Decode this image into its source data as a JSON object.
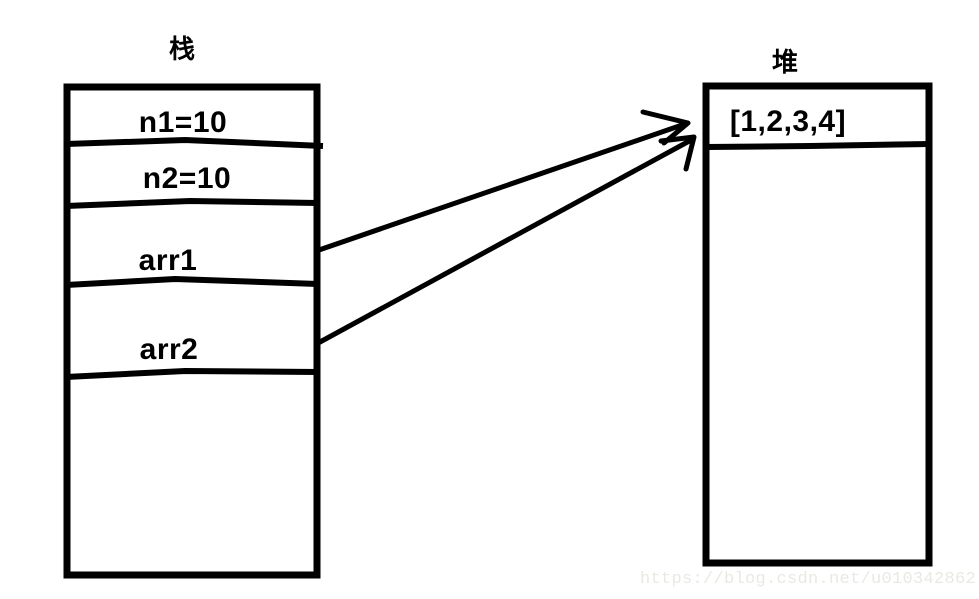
{
  "diagram": {
    "stack": {
      "title": "栈",
      "cells": [
        {
          "label": "n1=10"
        },
        {
          "label": "n2=10"
        },
        {
          "label": "arr1"
        },
        {
          "label": "arr2"
        },
        {
          "label": ""
        }
      ]
    },
    "heap": {
      "title": "堆",
      "cells": [
        {
          "label": "[1,2,3,4]"
        }
      ]
    },
    "arrows": [
      {
        "from": "arr1",
        "to": "[1,2,3,4]"
      },
      {
        "from": "arr2",
        "to": "[1,2,3,4]"
      }
    ]
  },
  "watermark": {
    "text": "https://blog.csdn.net/u010342862"
  },
  "colors": {
    "ink": "#000000",
    "background": "#ffffff",
    "watermark": "#e9e9e4"
  }
}
